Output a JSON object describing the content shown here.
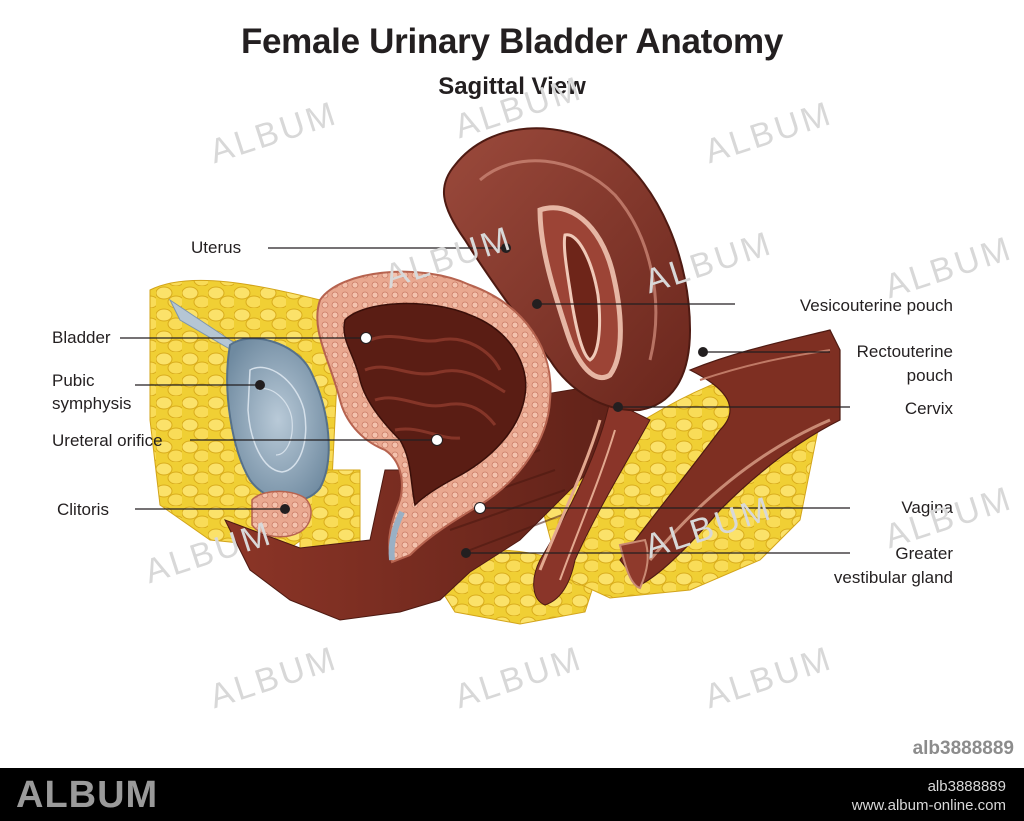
{
  "title": "Female Urinary Bladder Anatomy",
  "subtitle": "Sagittal View",
  "labels": {
    "uterus": "Uterus",
    "bladder": "Bladder",
    "pubic_symphysis_1": "Pubic",
    "pubic_symphysis_2": "symphysis",
    "ureteral_orifice": "Ureteral orifice",
    "clitoris": "Clitoris",
    "vesicouterine_pouch": "Vesicouterine pouch",
    "rectouterine_pouch_1": "Rectouterine",
    "rectouterine_pouch_2": "pouch",
    "cervix": "Cervix",
    "vagina": "Vagina",
    "greater_vestibular_gland_1": "Greater",
    "greater_vestibular_gland_2": "vestibular gland"
  },
  "watermark": "ALBUM",
  "image_id": "alb3888889",
  "footer": {
    "brand": "ALBUM",
    "id": "alb3888889",
    "url": "www.album-online.com"
  },
  "colors": {
    "fat": "#f2d23a",
    "muscle": "#7a2e22",
    "uterus": "#8a3a2e",
    "bladder_wall": "#e8a58e",
    "bone": "#8aa3b8",
    "text": "#231f20"
  }
}
